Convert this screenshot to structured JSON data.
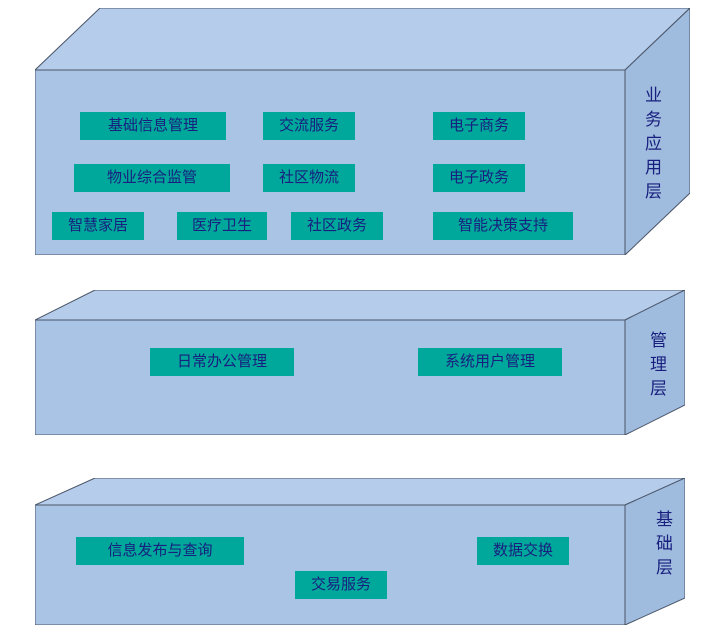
{
  "colors": {
    "slab_front": "#a9c4e5",
    "slab_top": "#b5cdeb",
    "slab_side": "#9fbbde",
    "chip_background": "#00a89c",
    "text": "#181f7e"
  },
  "layers": [
    {
      "title": "业务应用层",
      "items": [
        "基础信息管理",
        "交流服务",
        "电子商务",
        "物业综合监管",
        "社区物流",
        "电子政务",
        "智慧家居",
        "医疗卫生",
        "社区政务",
        "智能决策支持"
      ]
    },
    {
      "title": "管理层",
      "items": [
        "日常办公管理",
        "系统用户管理"
      ]
    },
    {
      "title": "基础层",
      "items": [
        "信息发布与查询",
        "数据交换",
        "交易服务"
      ]
    }
  ]
}
